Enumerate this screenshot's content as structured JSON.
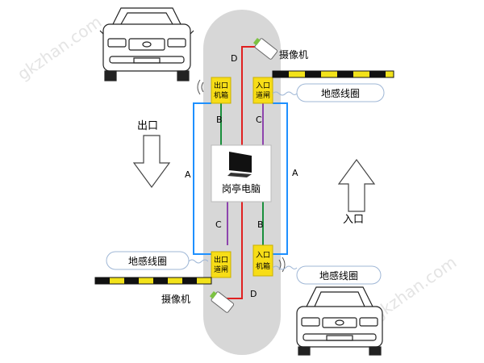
{
  "labels": {
    "exit": "出口",
    "entry": "入口",
    "booth_pc": "岗亭电脑",
    "camera_top": "摄像机",
    "camera_bottom": "摄像机",
    "loop_top_right": "地感线圈",
    "loop_bottom_left": "地感线圈",
    "loop_bottom_right": "地感线圈",
    "exit_box_line1": "出口",
    "exit_box_line2": "机箱",
    "entry_gate_line1": "入口",
    "entry_gate_line2": "道闸",
    "exit_gate_line1": "出口",
    "exit_gate_line2": "道闸",
    "entry_box_line1": "入口",
    "entry_box_line2": "机箱"
  },
  "wires": {
    "a_left": "A",
    "a_right": "A",
    "b_top": "B",
    "b_bottom": "B",
    "c_top": "C",
    "c_bottom": "C",
    "d_top": "D",
    "d_bottom": "D"
  },
  "watermarks": [
    "gkzhan.com",
    "gkzhan.com"
  ],
  "colors": {
    "island": "#d7d7d7",
    "box_fill": "#f7dd17",
    "wire_a": "#1e90ff",
    "wire_b": "#1a8f3c",
    "wire_c": "#8e44ad",
    "wire_d": "#e02020",
    "barrier_yellow": "#f2e21a",
    "barrier_black": "#111111",
    "loop_border": "#9fb7d6"
  }
}
